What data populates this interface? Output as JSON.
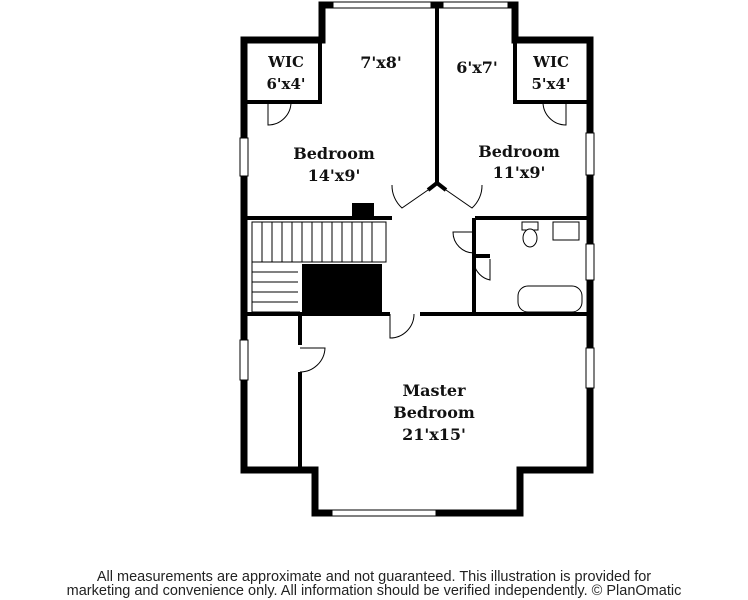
{
  "rooms": {
    "wic_left": {
      "name": "WIC",
      "size": "6'x4'"
    },
    "closet_top_left": {
      "size": "7'x8'"
    },
    "closet_top_right": {
      "size": "6'x7'"
    },
    "wic_right": {
      "name": "WIC",
      "size": "5'x4'"
    },
    "bedroom_left": {
      "name": "Bedroom",
      "size": "14'x9'"
    },
    "bedroom_right": {
      "name": "Bedroom",
      "size": "11'x9'"
    },
    "master": {
      "name_line1": "Master",
      "name_line2": "Bedroom",
      "size": "21'x15'"
    }
  },
  "disclaimer": {
    "line1": "All measurements are approximate and not guaranteed. This illustration is provided for",
    "line2": "marketing and convenience only. All information should be verified independently. © PlanOmatic"
  }
}
